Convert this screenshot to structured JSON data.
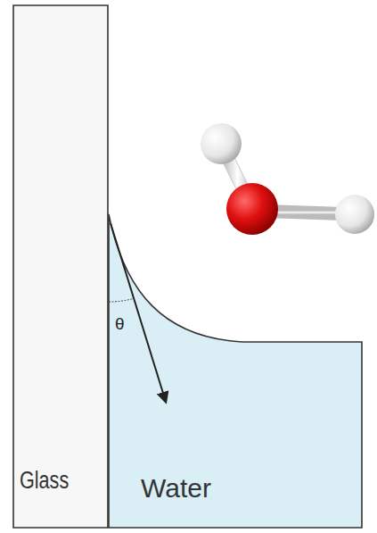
{
  "diagram": {
    "nodes": [
      {
        "text": [
          "Glass"
        ]
      },
      {
        "text": [
          "Water"
        ]
      }
    ],
    "labels": [
      "θ"
    ]
  }
}
